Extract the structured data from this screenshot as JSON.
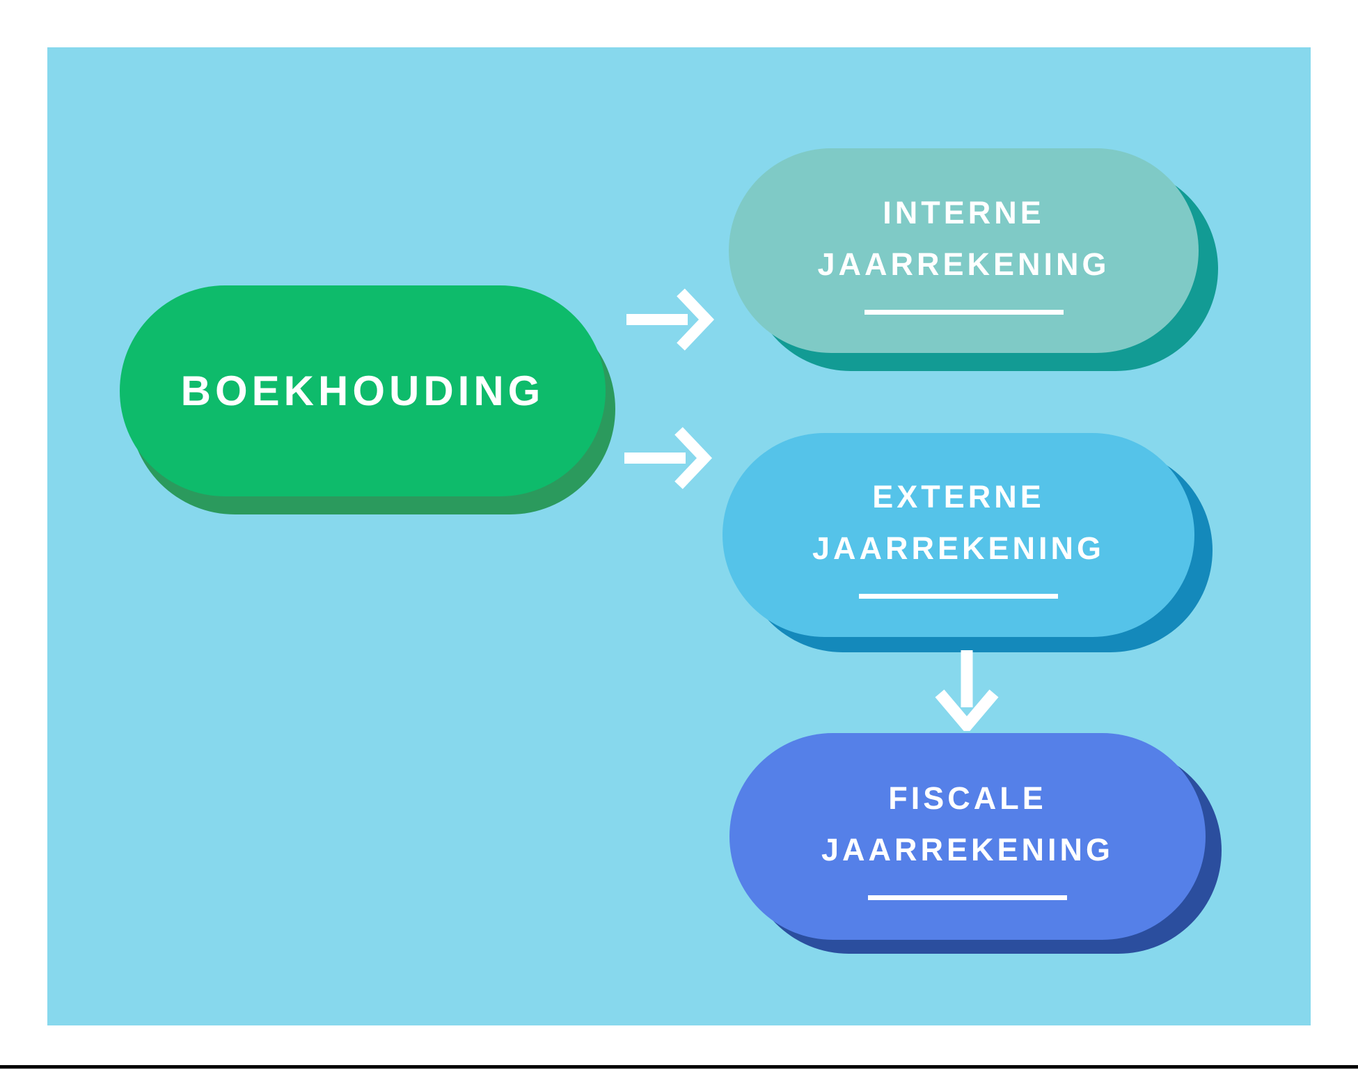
{
  "diagram": {
    "type": "flowchart",
    "background_color": "#87d8ed",
    "frame_color": "#ffffff",
    "bottom_line_color": "#000000",
    "text_color": "#ffffff",
    "nodes": [
      {
        "id": "boekhouding",
        "lines": [
          "BOEKHOUDING"
        ],
        "fill": "#0ebb6b",
        "shadow": "#2b9a5d",
        "underlined": false
      },
      {
        "id": "interne-jaarrekening",
        "lines": [
          "INTERNE",
          "JAARREKENING"
        ],
        "fill": "#7fcac6",
        "shadow": "#129b94",
        "underlined": true
      },
      {
        "id": "externe-jaarrekening",
        "lines": [
          "EXTERNE",
          "JAARREKENING"
        ],
        "fill": "#55c3e9",
        "shadow": "#1489bb",
        "underlined": true
      },
      {
        "id": "fiscale-jaarrekening",
        "lines": [
          "FISCALE",
          "JAARREKENING"
        ],
        "fill": "#5580e8",
        "shadow": "#2b4e9e",
        "underlined": true
      }
    ],
    "connectors": [
      {
        "from": "boekhouding",
        "to": "interne-jaarrekening",
        "direction": "right",
        "color": "#ffffff"
      },
      {
        "from": "boekhouding",
        "to": "externe-jaarrekening",
        "direction": "right",
        "color": "#ffffff"
      },
      {
        "from": "externe-jaarrekening",
        "to": "fiscale-jaarrekening",
        "direction": "down",
        "color": "#ffffff"
      }
    ]
  }
}
